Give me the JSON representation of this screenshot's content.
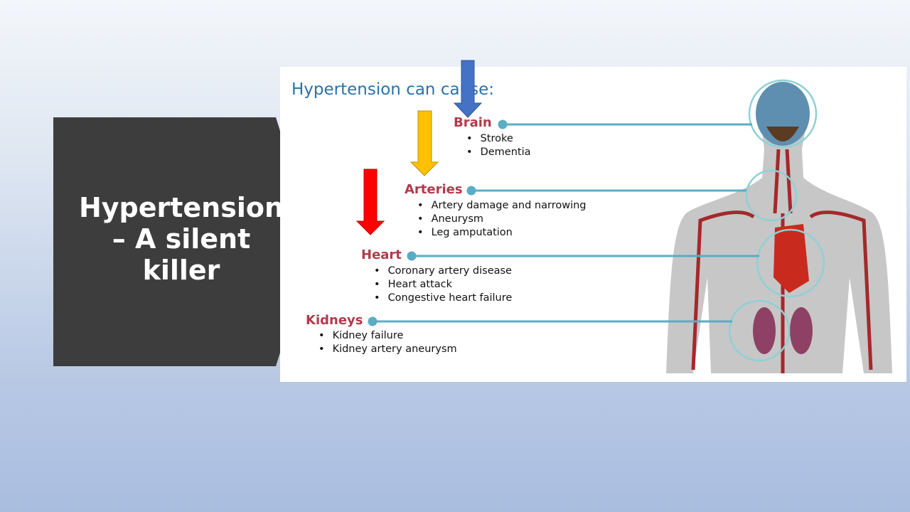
{
  "slide": {
    "title_lines": [
      "Hypertension",
      "– A silent",
      "killer"
    ]
  },
  "figure": {
    "heading": "Hypertension can cause:",
    "organs": [
      {
        "name": "Brain",
        "effects": [
          "Stroke",
          "Dementia"
        ]
      },
      {
        "name": "Arteries",
        "effects": [
          "Artery damage and narrowing",
          "Aneurysm",
          "Leg amputation"
        ]
      },
      {
        "name": "Heart",
        "effects": [
          "Coronary artery disease",
          "Heart attack",
          "Congestive heart failure"
        ]
      },
      {
        "name": "Kidneys",
        "effects": [
          "Kidney failure",
          "Kidney artery aneurysm"
        ]
      }
    ]
  },
  "colors": {
    "title_box": "#3d3d3d",
    "heading": "#2b72a6",
    "organ": "#b23a4a",
    "connector": "#5aadc3",
    "arrow_blue": "#4472c4",
    "arrow_yellow": "#ffc000",
    "arrow_red": "#ff0000"
  }
}
